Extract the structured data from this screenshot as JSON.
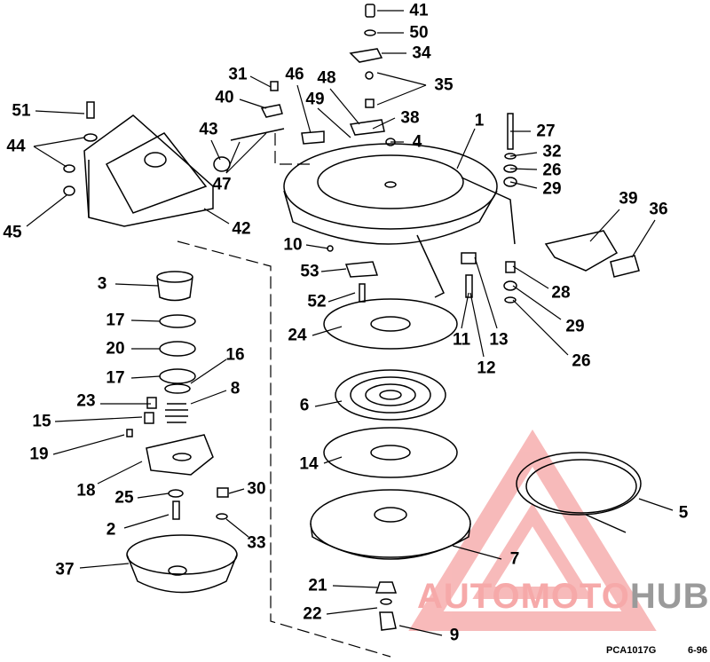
{
  "diagram": {
    "callouts": [
      "41",
      "50",
      "34",
      "35",
      "31",
      "46",
      "48",
      "40",
      "49",
      "38",
      "1",
      "27",
      "51",
      "44",
      "43",
      "4",
      "32",
      "26",
      "29",
      "47",
      "45",
      "42",
      "39",
      "36",
      "10",
      "53",
      "28",
      "3",
      "52",
      "29",
      "17",
      "24",
      "11",
      "13",
      "20",
      "26",
      "12",
      "16",
      "17",
      "8",
      "23",
      "15",
      "6",
      "19",
      "14",
      "18",
      "25",
      "30",
      "5",
      "2",
      "33",
      "37",
      "7",
      "21",
      "22",
      "9"
    ],
    "drawing_code": "PCA1017G",
    "drawing_date": "6-96"
  },
  "watermark": {
    "part1": "AUTOMOTO",
    "part2": "HUB",
    "color_red": "#f6a9a9",
    "color_gray": "#9a9a9a"
  }
}
